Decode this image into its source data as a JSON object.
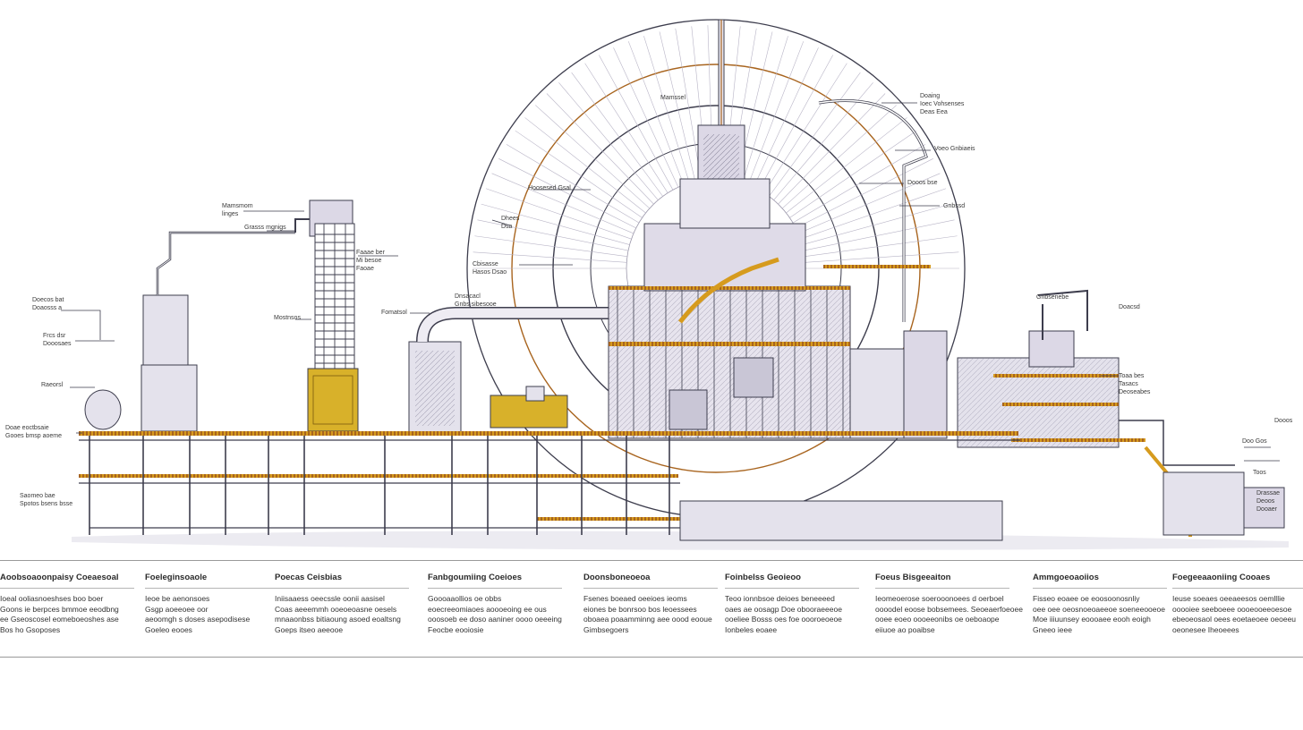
{
  "colors": {
    "ink": "#3d3d4d",
    "gold": "#d9a21a",
    "rust": "#a8641e",
    "panel": "#e4e2ec",
    "panel_dark": "#c9c6d6",
    "mustard": "#d8b12a"
  },
  "callouts": {
    "left": [
      {
        "id": "l1",
        "lines": [
          "Mamsmom",
          "linges"
        ]
      },
      {
        "id": "l2",
        "lines": [
          "Grasss mgnigs"
        ]
      },
      {
        "id": "l3",
        "lines": [
          "Doecos bat",
          "Doaosss a"
        ]
      },
      {
        "id": "l4",
        "lines": [
          "Frcs dsr",
          "Dooosaes"
        ]
      },
      {
        "id": "l5",
        "lines": [
          "Raeorsl"
        ]
      },
      {
        "id": "l6",
        "lines": [
          "Doae eoctbsaie",
          "Gooes bmsp aoeme"
        ]
      },
      {
        "id": "l7",
        "lines": [
          "Saomeo bae",
          "Spotos bsens bsse"
        ]
      }
    ],
    "mid": [
      {
        "id": "m1",
        "lines": [
          "Faaae ber",
          "Mi besoe",
          "Faoae"
        ]
      },
      {
        "id": "m2",
        "lines": [
          "Mostnsos"
        ]
      },
      {
        "id": "m3",
        "lines": [
          "Fomatsol"
        ]
      },
      {
        "id": "m4",
        "lines": [
          "Cbisasse",
          "Hasos Dsao"
        ]
      },
      {
        "id": "m5",
        "lines": [
          "Dnsacacl",
          "Gnbs sibesooe"
        ]
      },
      {
        "id": "m6",
        "lines": [
          "Mamssel"
        ]
      },
      {
        "id": "m7",
        "lines": [
          "Dhees",
          "Dsa"
        ]
      },
      {
        "id": "m8",
        "lines": [
          "Hoosesed Gsal"
        ]
      }
    ],
    "right": [
      {
        "id": "r1",
        "lines": [
          "Doaing",
          "Ioec Vohsenses",
          "Deas Eea"
        ]
      },
      {
        "id": "r2",
        "lines": [
          "Voeo Gnbiaeis"
        ]
      },
      {
        "id": "r3",
        "lines": [
          "Dooos bse"
        ]
      },
      {
        "id": "r4",
        "lines": [
          "Gnbssd"
        ]
      },
      {
        "id": "r5",
        "lines": [
          "Gnbsenebe"
        ]
      },
      {
        "id": "r6",
        "lines": [
          "Doacsd"
        ]
      },
      {
        "id": "r7",
        "lines": [
          "Toaa bes",
          "Tasacs",
          "Deoseabes"
        ]
      },
      {
        "id": "r8",
        "lines": [
          "Dooos"
        ]
      },
      {
        "id": "r9",
        "lines": [
          "Doo Gos"
        ]
      },
      {
        "id": "r10",
        "lines": [
          "Toos"
        ]
      },
      {
        "id": "r11",
        "lines": [
          "Drassae",
          "Deoos",
          "Dooaer"
        ]
      }
    ]
  },
  "legend": [
    {
      "heading": "Aoobsoaoonpaisy Coeaesoal",
      "lines": [
        "Ioeal ooliasnoeshses boo boer",
        "Goons ie berpces bmmoe eeodbng",
        "ee Gseoscosel eomeboeoshes ase",
        "Bos ho Gsoposes"
      ]
    },
    {
      "heading": "Foeleginsoaole",
      "lines": [
        "Ieoe be aenonsoes",
        "Gsgp aoeeoee oor",
        "aeoomgh s doses asepodisese",
        "Goeleo eooes"
      ]
    },
    {
      "heading": "Poecas Ceisbias",
      "lines": [
        "Iniisaaess oeecssle oonii aasisel",
        "Coas aeeemmh ooeoeoasne oesels",
        "mnaaonbss bitiaoung asoed eoaltsng",
        "Goeps itseo aeeooe"
      ]
    },
    {
      "heading": "Fanbgoumiing Coeioes",
      "lines": [
        "Goooaaollios oe obbs",
        "eoecreeomiaoes aoooeoing ee ous",
        "ooosoeb ee doso aaniner oooo oeeeing",
        "Feocbe eooiosie"
      ]
    },
    {
      "heading": "Doonsboneoeoa",
      "lines": [
        "Fsenes boeaed oeeioes ieoms",
        "eiones be bonrsoo bos leoessees",
        "oboaea poaamminng aee oood eooue",
        "Gimbsegoers"
      ]
    },
    {
      "heading": "Foinbelss Geoieoo",
      "lines": [
        "Teoo ionnbsoe deioes beneeeed",
        "oaes ae oosagp Doe obooraeeeoe",
        "ooeliee Bosss oes foe oooroeoeoe",
        "Ionbeles eoaee"
      ]
    },
    {
      "heading": "Foeus Bisgeeaiton",
      "lines": [
        "Ieomeoerose soerooonoees d oerboel",
        "oooodel eoose bobsemees. Seoeaerfoeoee",
        "ooee eoeo oooeeonibs oe oeboaope",
        "eiiuoe ao poaibse"
      ]
    },
    {
      "heading": "Ammgoeoaoiios",
      "lines": [
        "Fisseo eoaee oe eoosoonosnliy",
        "oee oee oeosnoeoaeeoe soeneeooeoe",
        "Moe iiiuunsey eoooaee eooh eoigh",
        "Gneeo ieee"
      ]
    },
    {
      "heading": "Foegeeaaoniing Cooaes",
      "lines": [
        "Ieuse soeaes oeeaeesos oemlllie",
        "ooooiee seeboeee oooeooeeoesoe",
        "ebeoeosaol oees eoetaeoee oeoeeu",
        "oeonesee Iheoeees"
      ]
    }
  ]
}
